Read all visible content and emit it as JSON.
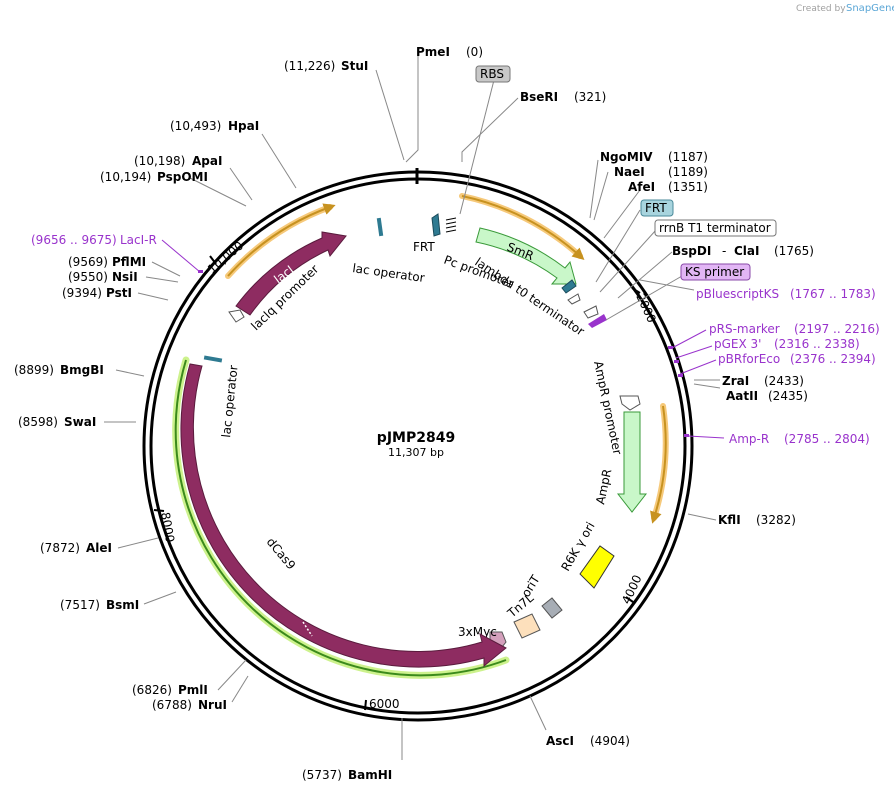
{
  "credit": {
    "prefix": "Created by",
    "brand": "SnapGene"
  },
  "plasmid": {
    "name": "pJMP2849",
    "size": "11,307 bp"
  },
  "sites": [
    {
      "name": "PmeI",
      "pos": "(0)"
    },
    {
      "name": "BseRI",
      "pos": "(321)"
    },
    {
      "name": "StuI",
      "pos": "(11,226)"
    },
    {
      "name": "HpaI",
      "pos": "(10,493)"
    },
    {
      "name": "ApaI",
      "pos": "(10,198)"
    },
    {
      "name": "PspOMI",
      "pos": "(10,194)"
    },
    {
      "name": "PflMI",
      "pos": "(9569)"
    },
    {
      "name": "NsiI",
      "pos": "(9550)"
    },
    {
      "name": "PstI",
      "pos": "(9394)"
    },
    {
      "name": "BmgBI",
      "pos": "(8899)"
    },
    {
      "name": "SwaI",
      "pos": "(8598)"
    },
    {
      "name": "AleI",
      "pos": "(7872)"
    },
    {
      "name": "BsmI",
      "pos": "(7517)"
    },
    {
      "name": "PmlI",
      "pos": "(6826)"
    },
    {
      "name": "NruI",
      "pos": "(6788)"
    },
    {
      "name": "BamHI",
      "pos": "(5737)"
    },
    {
      "name": "AscI",
      "pos": "(4904)"
    },
    {
      "name": "KflI",
      "pos": "(3282)"
    },
    {
      "name": "AatII",
      "pos": "(2435)"
    },
    {
      "name": "ZraI",
      "pos": "(2433)"
    },
    {
      "name": "ClaI",
      "pos": "(1765)"
    },
    {
      "name": "BspDI",
      "pos": ""
    },
    {
      "name": "AfeI",
      "pos": "(1351)"
    },
    {
      "name": "NaeI",
      "pos": "(1189)"
    },
    {
      "name": "NgoMIV",
      "pos": "(1187)"
    }
  ],
  "site_separator": "-",
  "primers": [
    {
      "name": "LacI-R",
      "range": "(9656 .. 9675)"
    },
    {
      "name": "pBluescriptKS",
      "range": "(1767 .. 1783)"
    },
    {
      "name": "pRS-marker",
      "range": "(2197 .. 2216)"
    },
    {
      "name": "pGEX 3'",
      "range": "(2316 .. 2338)"
    },
    {
      "name": "pBRforEco",
      "range": "(2376 .. 2394)"
    },
    {
      "name": "Amp-R",
      "range": "(2785 .. 2804)"
    }
  ],
  "boxed_labels": [
    "RBS",
    "FRT",
    "rrnB T1 terminator",
    "KS primer"
  ],
  "features": {
    "SmR": "SmR",
    "lacI": "lacI",
    "dCas9": "dCas9",
    "AmpR": "AmpR",
    "lacIq_promoter": "lacIq promoter",
    "lac_operator_top": "lac operator",
    "lac_operator_left": "lac operator",
    "FRT": "FRT",
    "Pc_promoter": "Pc promoter",
    "lambda_t0": "lambda t0 terminator",
    "AmpR_promoter": "AmpR promoter",
    "R6K_ori": "R6K γ ori",
    "oriT": "oriT",
    "Tn7L": "Tn7L",
    "three_x_myc": "3xMyc"
  },
  "ticks": [
    "2000",
    "4000",
    "6000",
    "8000",
    "10,000"
  ],
  "colors": {
    "magenta_feature": "#8e2c61",
    "green_feature": "#c9f7c9",
    "orange_highlight": "#f6c97a",
    "lime_highlight": "#cdf28d",
    "ori_yellow": "#ffff00",
    "primer_purple": "#9933cc",
    "teal_small": "#2e7a91",
    "rbs_box": "#c8c8c8",
    "frt_box": "#a8d4de",
    "ks_box": "#e2b6f5"
  }
}
